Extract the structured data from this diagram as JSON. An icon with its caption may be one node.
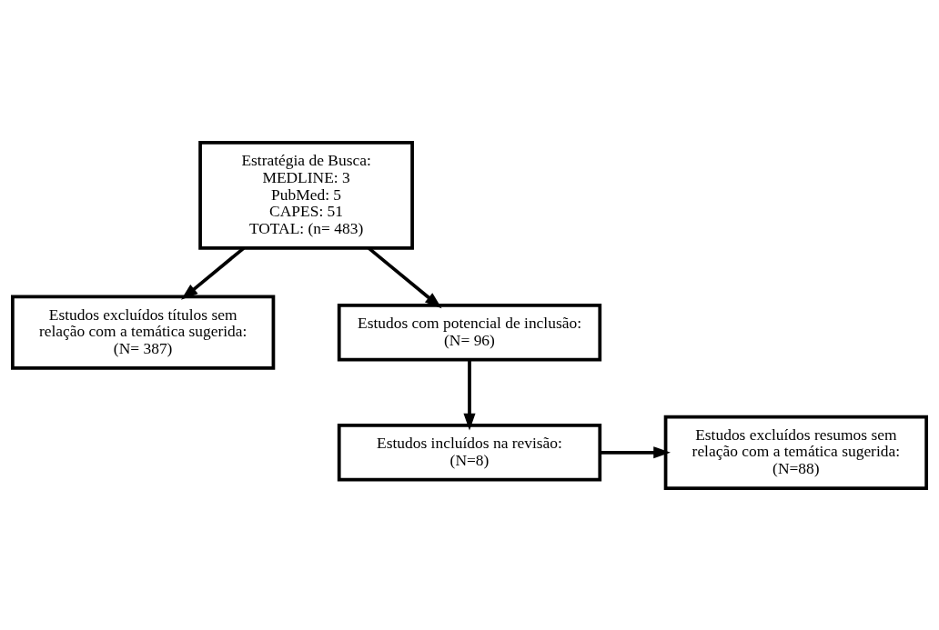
{
  "diagram": {
    "nodes": [
      {
        "text": [
          "Estratégia de Busca:",
          "MEDLINE: 3",
          "PubMed: 5",
          "CAPES: 51",
          "TOTAL: (n= 483)"
        ]
      },
      {
        "text": [
          "Estudos excluídos títulos sem relação com a temática sugerida:",
          "(N= 387)"
        ]
      },
      {
        "text": [
          "Estudos com potencial de inclusão:",
          "(N= 96)"
        ]
      },
      {
        "text": [
          "Estudos incluídos na revisão:",
          "(N=8)"
        ]
      },
      {
        "text": [
          "Estudos excluídos resumos sem relação com a temática sugerida:",
          "(N=88)"
        ]
      }
    ],
    "edges": [
      {
        "from": 0,
        "to": 1,
        "arrow": "to"
      },
      {
        "from": 0,
        "to": 2,
        "arrow": "to"
      },
      {
        "from": 2,
        "to": 3,
        "arrow": "to"
      },
      {
        "from": 3,
        "to": 4,
        "arrow": "to"
      }
    ]
  }
}
